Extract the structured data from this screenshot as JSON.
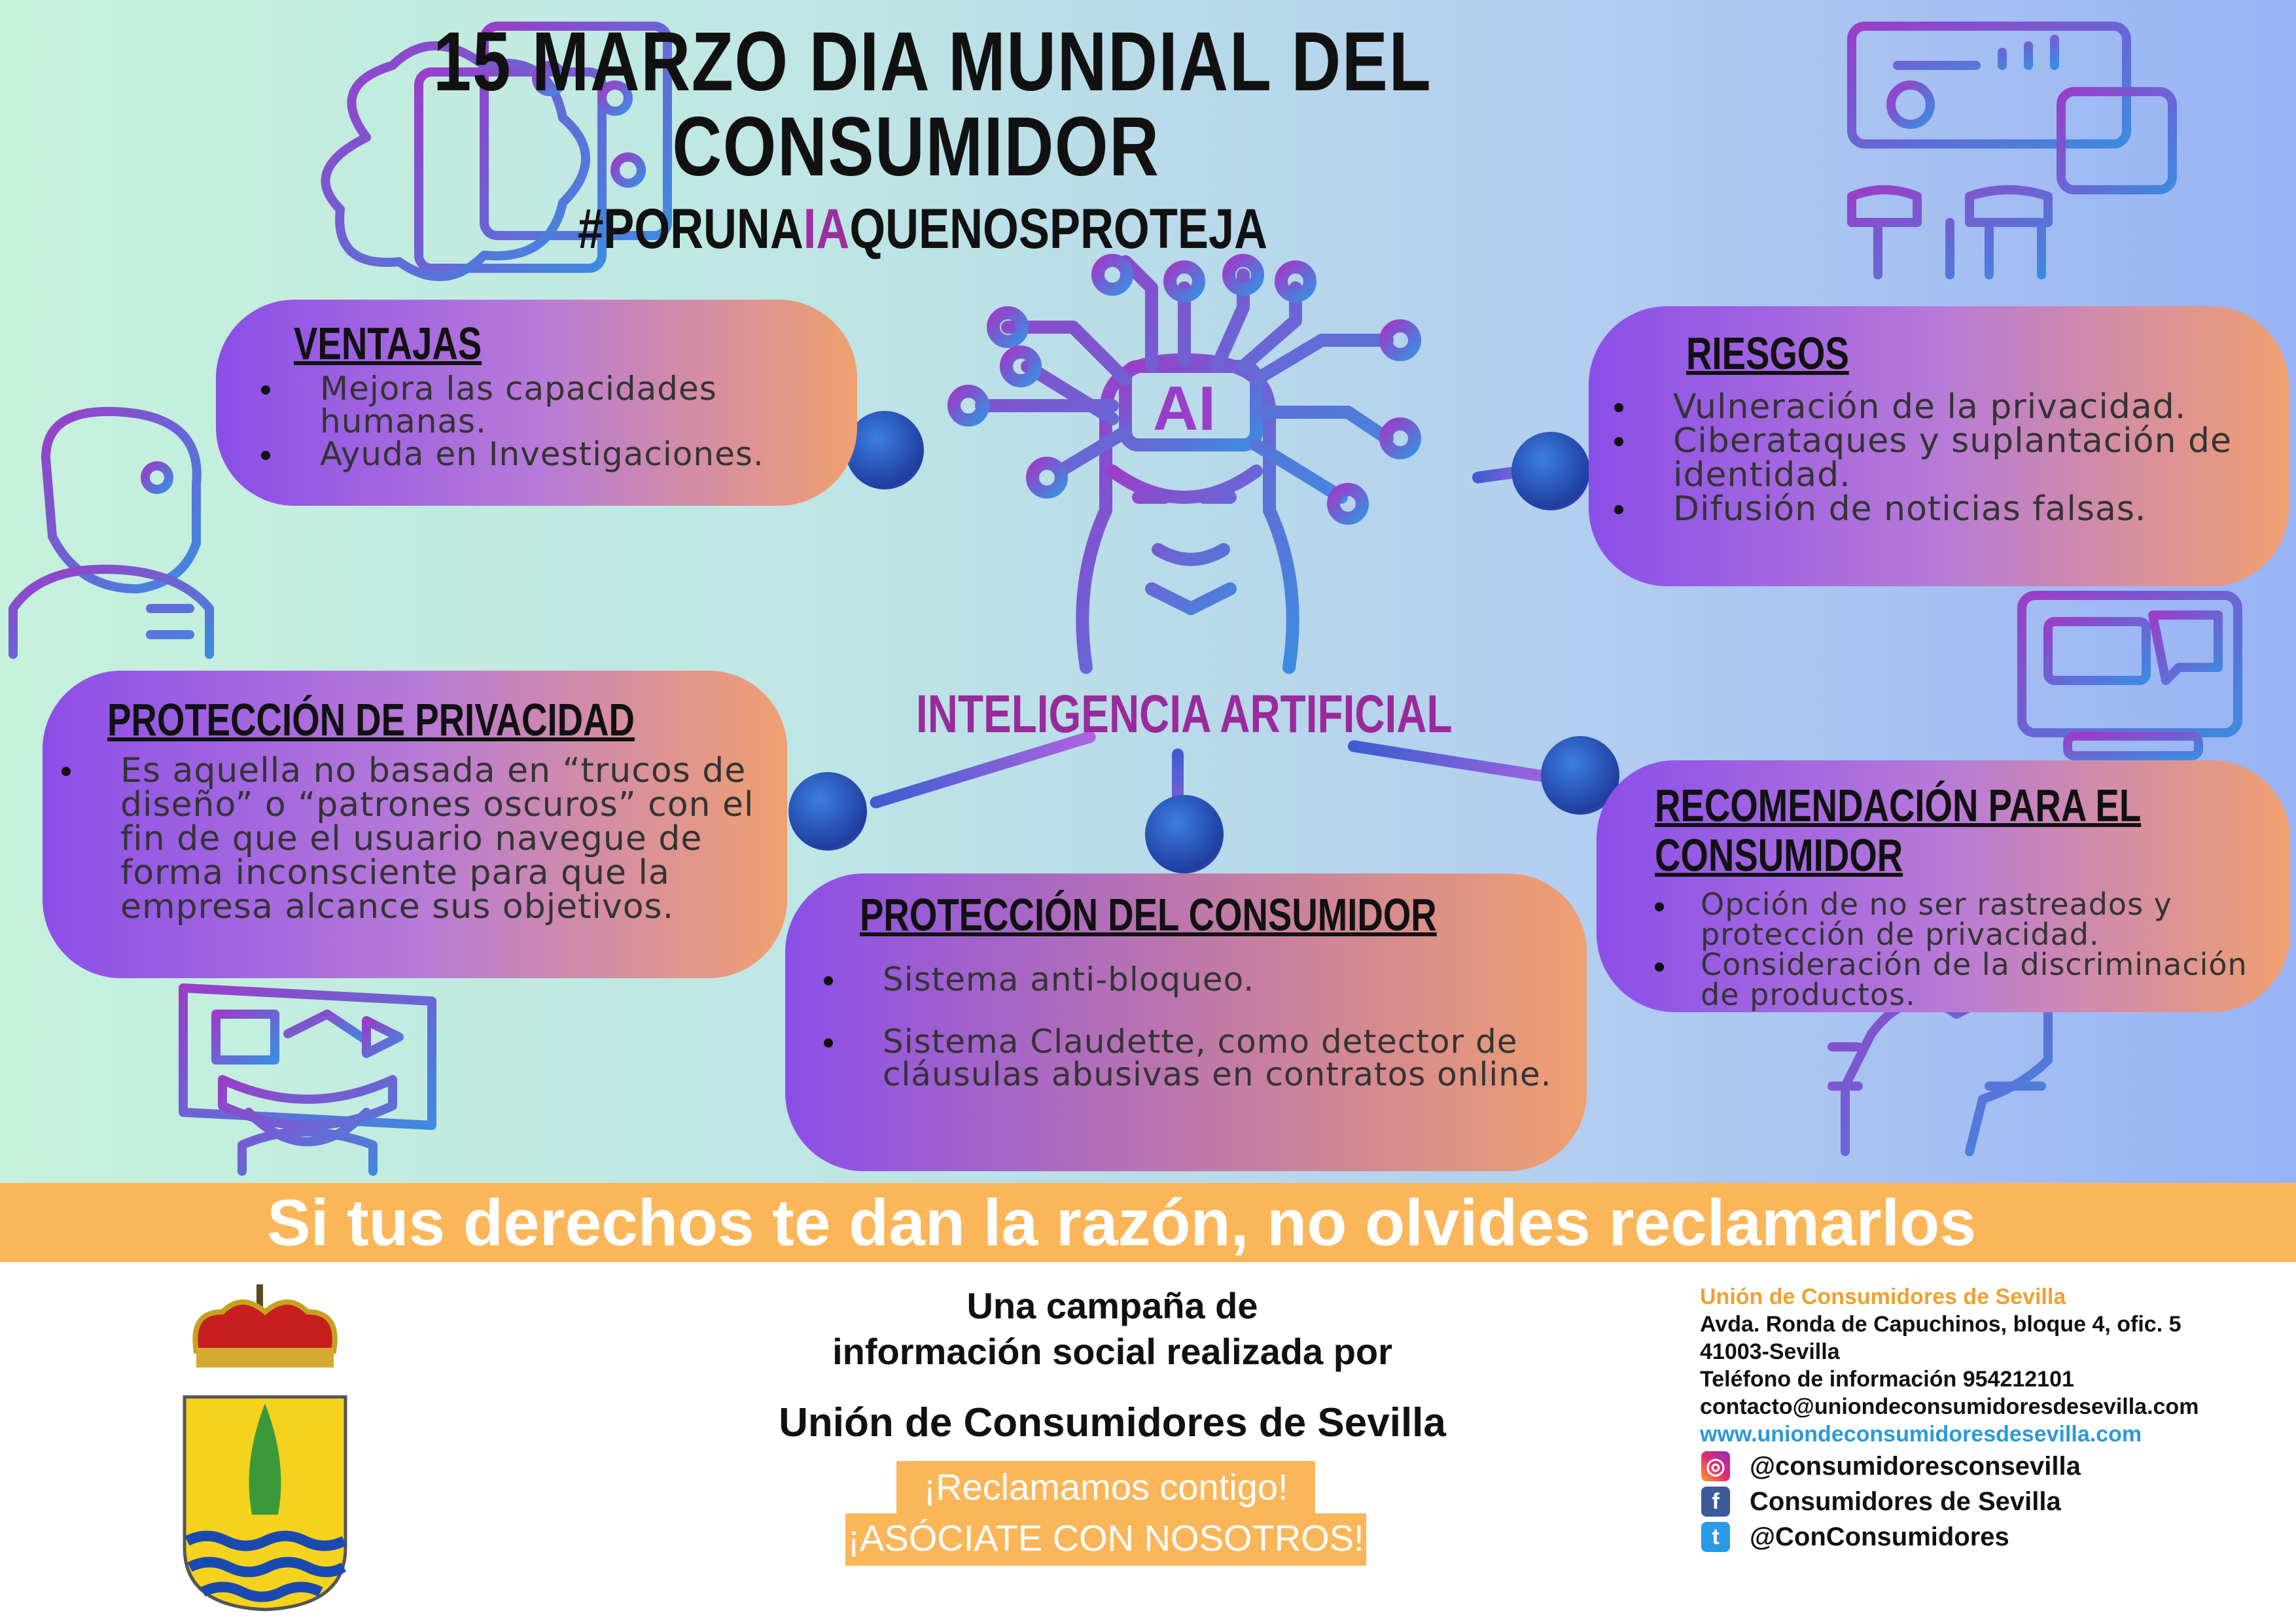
{
  "header": {
    "title_line1": "15 MARZO DIA MUNDIAL DEL",
    "title_line2": "CONSUMIDOR",
    "hashtag_pre": "#PORUNA",
    "hashtag_hl": "IA",
    "hashtag_post": "QUENOSPROTEJA"
  },
  "center": {
    "label": "INTELIGENCIA ARTIFICIAL",
    "chip": "AI"
  },
  "ventajas": {
    "title": "VENTAJAS",
    "items": [
      "Mejora las capacidades humanas.",
      "Ayuda en Investigaciones."
    ]
  },
  "riesgos": {
    "title": "RIESGOS",
    "items": [
      "Vulneración de la privacidad.",
      "Ciberataques y suplantación de identidad.",
      "Difusión de noticias falsas."
    ]
  },
  "privacidad": {
    "title": "PROTECCIÓN DE PRIVACIDAD",
    "items": [
      "Es aquella no basada en “trucos de diseño” o “patrones oscuros” con el fin de que el usuario navegue de forma inconsciente para que la empresa alcance sus objetivos."
    ]
  },
  "consumidor": {
    "title": "PROTECCIÓN DEL CONSUMIDOR",
    "items": [
      "Sistema anti-bloqueo.",
      "Sistema Claudette, como detector de cláusulas abusivas en contratos online."
    ]
  },
  "recomendacion": {
    "title_line1": "RECOMENDACIÓN PARA EL",
    "title_line2": "CONSUMIDOR",
    "items": [
      "Opción de no ser rastreados y protección de privacidad.",
      "Consideración de la discriminación de productos."
    ]
  },
  "band": {
    "text": "Si tus derechos te dan la razón, no olvides reclamarlos"
  },
  "footer": {
    "campaign_line1": "Una campaña de",
    "campaign_line2": "información social realizada por",
    "org": "Unión de Consumidores de Sevilla",
    "slogan1": "¡Reclamamos contigo!",
    "slogan2": "¡ASÓCIATE CON NOSOTROS!",
    "contact": {
      "org": "Unión de Consumidores de Sevilla",
      "address": "Avda. Ronda de Capuchinos, bloque 4, ofic. 5",
      "city": "41003-Sevilla",
      "phone": "Teléfono de información 954212101",
      "email": "contacto@uniondeconsumidoresdesevilla.com",
      "web": "www.uniondeconsumidoresdesevilla.com"
    },
    "social": [
      {
        "icon": "instagram-icon",
        "label": "@consumidoresconsevilla"
      },
      {
        "icon": "facebook-icon",
        "label": "Consumidores de Sevilla"
      },
      {
        "icon": "twitter-icon",
        "label": "@ConConsumidores"
      }
    ]
  },
  "colors": {
    "accent_orange": "#fbb65a",
    "purple": "#9a2a9c",
    "link_blue": "#2a9ad8",
    "org_orange": "#f0a030"
  }
}
